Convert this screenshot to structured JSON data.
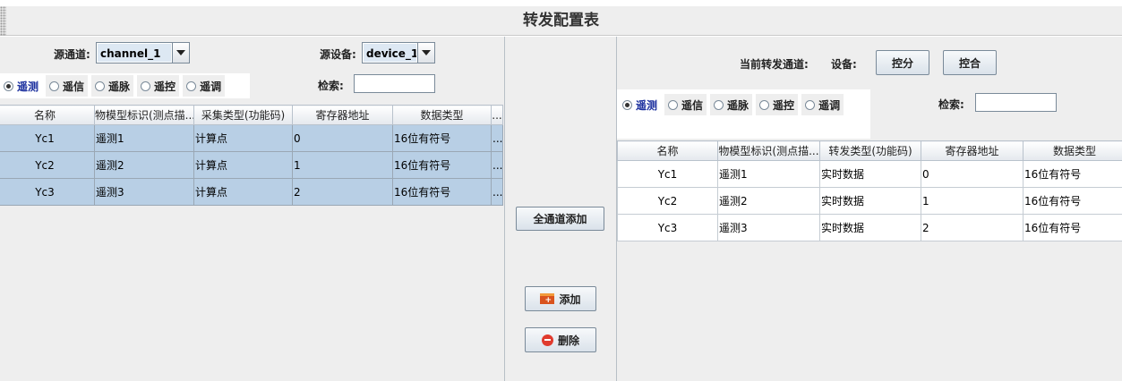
{
  "window": {
    "title": "转发配置表"
  },
  "left": {
    "source_channel_label": "源通道:",
    "source_channel_value": "channel_1",
    "source_device_label": "源设备:",
    "source_device_value": "device_1",
    "search_label": "检索:",
    "search_value": "",
    "radios": [
      {
        "label": "遥测",
        "selected": true
      },
      {
        "label": "遥信",
        "selected": false
      },
      {
        "label": "遥脉",
        "selected": false
      },
      {
        "label": "遥控",
        "selected": false
      },
      {
        "label": "遥调",
        "selected": false
      }
    ],
    "table": {
      "headers": [
        "名称",
        "物模型标识(测点描...",
        "采集类型(功能码)",
        "寄存器地址",
        "数据类型",
        "..."
      ],
      "rows": [
        [
          "Yc1",
          "遥测1",
          "计算点",
          "0",
          "16位有符号",
          "..."
        ],
        [
          "Yc2",
          "遥测2",
          "计算点",
          "1",
          "16位有符号",
          "..."
        ],
        [
          "Yc3",
          "遥测3",
          "计算点",
          "2",
          "16位有符号",
          "..."
        ]
      ]
    }
  },
  "middle": {
    "add_all_label": "全通道添加",
    "add_label": "添加",
    "delete_label": "删除"
  },
  "right": {
    "current_channel_label": "当前转发通道:",
    "device_label": "设备:",
    "control_open_label": "控分",
    "control_close_label": "控合",
    "search_label": "检索:",
    "search_value": "",
    "radios": [
      {
        "label": "遥测",
        "selected": true
      },
      {
        "label": "遥信",
        "selected": false
      },
      {
        "label": "遥脉",
        "selected": false
      },
      {
        "label": "遥控",
        "selected": false
      },
      {
        "label": "遥调",
        "selected": false
      }
    ],
    "table": {
      "headers": [
        "名称",
        "物模型标识(测点描...",
        "转发类型(功能码)",
        "寄存器地址",
        "数据类型"
      ],
      "rows": [
        [
          "Yc1",
          "遥测1",
          "实时数据",
          "0",
          "16位有符号"
        ],
        [
          "Yc2",
          "遥测2",
          "实时数据",
          "1",
          "16位有符号"
        ],
        [
          "Yc3",
          "遥测3",
          "实时数据",
          "2",
          "16位有符号"
        ]
      ]
    }
  },
  "colors": {
    "selected_row": "#b8cfe5",
    "panel_bg": "#eeeeee",
    "selected_radio_text": "#1b2f9e",
    "add_icon": "#d9531e",
    "delete_icon": "#e03b2e"
  },
  "icons": {
    "add": "folder-add-icon",
    "delete": "minus-circle-icon"
  }
}
